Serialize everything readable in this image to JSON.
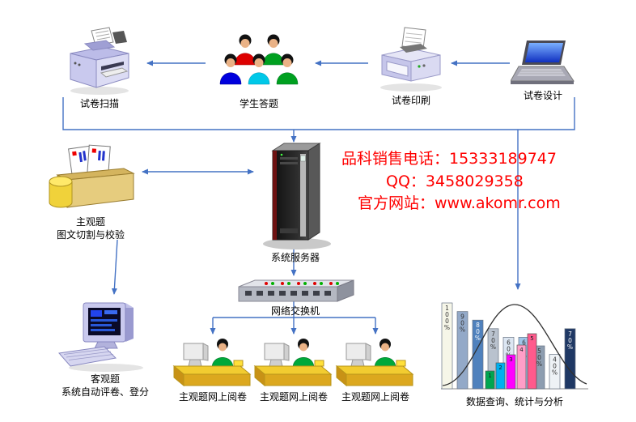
{
  "colors": {
    "line": "#4472c4",
    "contact_text": "#ff0000"
  },
  "nodes": {
    "scan": {
      "label": "试卷扫描"
    },
    "students": {
      "label": "学生答题"
    },
    "print": {
      "label": "试卷印刷"
    },
    "design": {
      "label": "试卷设计"
    },
    "subjective": {
      "line1": "主观题",
      "line2": "图文切割与校验"
    },
    "server": {
      "label": "系统服务器"
    },
    "switch": {
      "label": "网络交换机"
    },
    "objective": {
      "line1": "客观题",
      "line2": "系统自动评卷、登分"
    },
    "station1": {
      "label": "主观题网上阅卷"
    },
    "station2": {
      "label": "主观题网上阅卷"
    },
    "station3": {
      "label": "主观题网上阅卷"
    },
    "stats": {
      "label": "数据查询、统计与分析"
    }
  },
  "contact": {
    "phone": "品科销售电话：15333189747",
    "qq": "QQ：3458029358",
    "website": "官方网站：www.akomr.com"
  },
  "icons": {
    "scan": "scanner-printer",
    "students": "people-group",
    "print": "printer",
    "design": "laptop",
    "subjective": "file-box-with-papers",
    "server": "server-tower",
    "switch": "network-switch",
    "objective": "desktop-computer",
    "station": "person-at-desk",
    "stats": "bar-chart-with-curve"
  },
  "chart_data": {
    "type": "bar",
    "title": "数据查询、统计与分析",
    "back_bars": [
      {
        "label": "100%",
        "value": 100,
        "color": "#f6f6e8",
        "text": "#333333"
      },
      {
        "label": "90%",
        "value": 90,
        "color": "#93a9c8",
        "text": "#333333"
      },
      {
        "label": "80%",
        "value": 80,
        "color": "#4f81bd",
        "text": "#ffffff"
      },
      {
        "label": "70%",
        "value": 70,
        "color": "#b9c2ce",
        "text": "#333333"
      },
      {
        "label": "60%",
        "value": 60,
        "color": "#dce6f2",
        "text": "#333333"
      },
      {
        "label": "60%",
        "value": 60,
        "color": "#9fc5e8",
        "text": "#333333"
      },
      {
        "label": "50%",
        "value": 50,
        "color": "#8d9db0",
        "text": "#333333"
      },
      {
        "label": "40%",
        "value": 40,
        "color": "#eef2f6",
        "text": "#333333"
      },
      {
        "label": "70%",
        "value": 70,
        "color": "#1f3864",
        "text": "#ffffff"
      }
    ],
    "front_bars": [
      {
        "label": "1",
        "value": 22,
        "color": "#00a650"
      },
      {
        "label": "2",
        "value": 32,
        "color": "#00b0f0"
      },
      {
        "label": "3",
        "value": 42,
        "color": "#ff00ff"
      },
      {
        "label": "4",
        "value": 54,
        "color": "#ff9ec8"
      },
      {
        "label": "5",
        "value": 68,
        "color": "#ff5a8c"
      }
    ],
    "curve": "bell",
    "legend": "none",
    "grid": false
  }
}
